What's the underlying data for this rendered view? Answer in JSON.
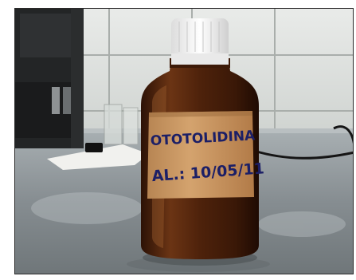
{
  "photo": {
    "subject": "amber glass bottle with handwritten paper label on steel countertop",
    "label_line_1": "OTOTOLIDINA",
    "label_line_2": "AL.: 10/05/11",
    "colors": {
      "amber": "#5a2a10",
      "label_paper": "#c9955e",
      "ink": "#1c1f66",
      "cap": "#f4f4f4",
      "tile": "#e7e9e6",
      "counter": "#8f9698"
    }
  }
}
